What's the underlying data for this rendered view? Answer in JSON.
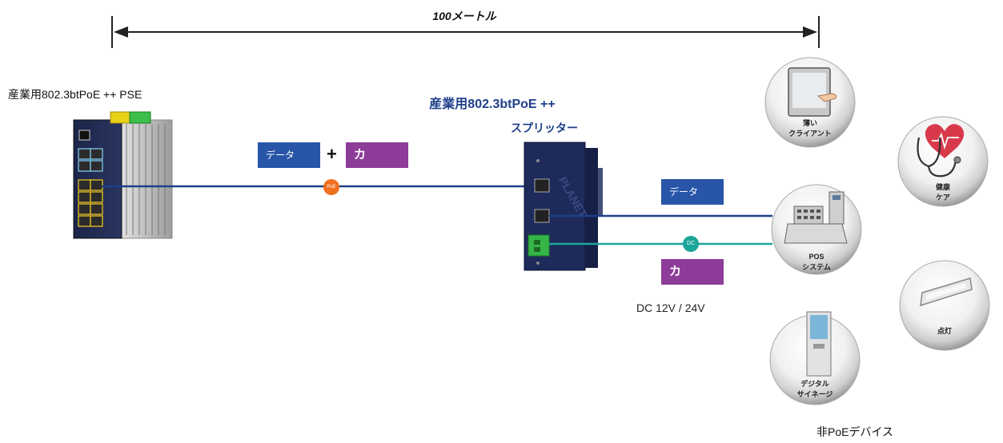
{
  "distance": {
    "label": "100メートル"
  },
  "pse": {
    "label": "産業用802.3btPoE ++ PSE"
  },
  "splitter": {
    "title": "産業用802.3btPoE ++",
    "subtitle": "スプリッター"
  },
  "cable_in": {
    "data_label": "データ",
    "plus": "+",
    "power_label": "カ",
    "badge": "PoE"
  },
  "cable_out": {
    "data_label": "データ",
    "power_label": "カ",
    "badge": "DC",
    "voltage": "DC 12V / 24V"
  },
  "devices": {
    "thin_client": {
      "line1": "薄い",
      "line2": "クライアント"
    },
    "health": {
      "line1": "健康",
      "line2": "ケア"
    },
    "pos": {
      "line1": "POS",
      "line2": "システム"
    },
    "lighting": {
      "line1": "点灯"
    },
    "signage": {
      "line1": "デジタル",
      "line2": "サイネージ"
    }
  },
  "nonpoe": {
    "label": "非PoEデバイス"
  },
  "colors": {
    "data_blue": "#2855a8",
    "power_purple": "#8e3c99",
    "poe_orange": "#f07020",
    "dc_teal": "#1aa59a",
    "device_navy": "#1e2a5a"
  }
}
